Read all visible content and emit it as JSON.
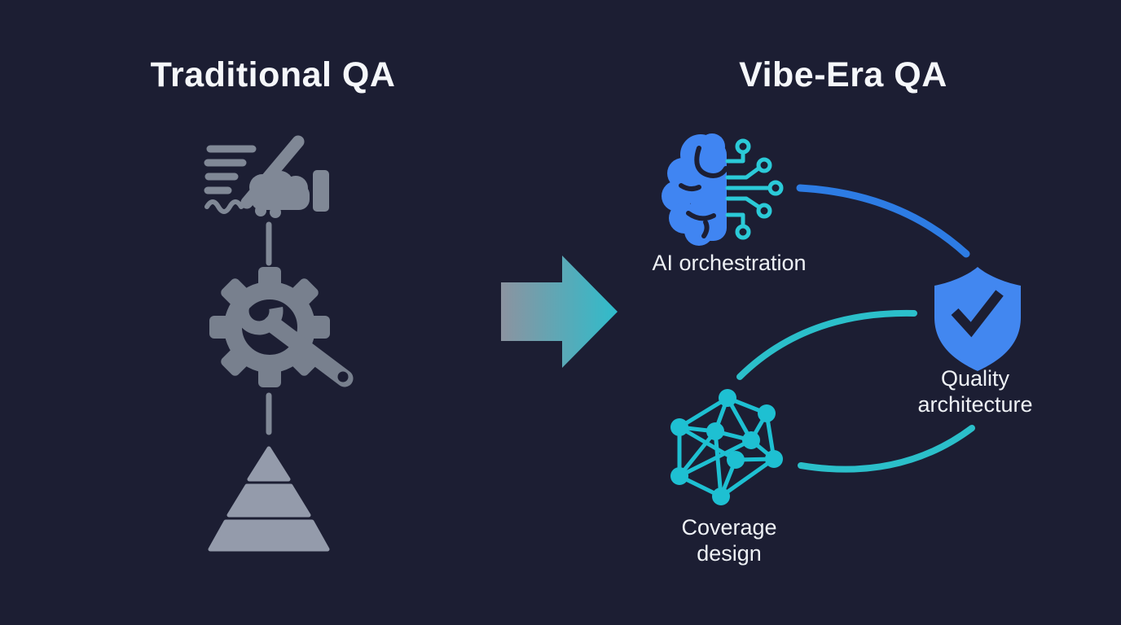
{
  "left_panel": {
    "title": "Traditional QA",
    "icons": [
      "manual-writing-icon",
      "gear-wrench-icon",
      "test-pyramid-icon"
    ]
  },
  "right_panel": {
    "title": "Vibe-Era QA",
    "nodes": [
      {
        "icon": "ai-brain-icon",
        "label": "AI orchestration"
      },
      {
        "icon": "quality-shield-icon",
        "label": "Quality architecture"
      },
      {
        "icon": "coverage-network-icon",
        "label": "Coverage design"
      }
    ]
  },
  "colors": {
    "background": "#1c1e33",
    "title_text": "#f5f7fa",
    "label_text": "#eef1f5",
    "hand_slate": "#808896",
    "gear_slate": "#78808e",
    "pyramid_slate": "#949bab",
    "arrow_start": "#8c93a0",
    "arrow_end": "#2fbccb",
    "brain_blue": "#4085f2",
    "circuit_teal": "#2bcad8",
    "shield_blue": "#4287f0",
    "connector_blue": "#2d7ce4",
    "connector_teal": "#2bbfca",
    "network_teal": "#1ec0d2"
  }
}
